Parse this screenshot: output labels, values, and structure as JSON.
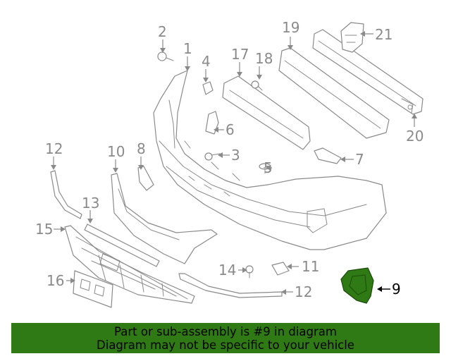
{
  "highlight_color": "#2f7a14",
  "highlighted_part": "9",
  "callouts": {
    "c1": "1",
    "c2": "2",
    "c3": "3",
    "c4": "4",
    "c5": "5",
    "c6": "6",
    "c7": "7",
    "c8": "8",
    "c9": "9",
    "c10": "10",
    "c11": "11",
    "c12a": "12",
    "c12b": "12",
    "c13": "13",
    "c14": "14",
    "c15": "15",
    "c16": "16",
    "c17": "17",
    "c18": "18",
    "c19": "19",
    "c20": "20",
    "c21": "21"
  },
  "banner": {
    "line1": "Part or sub-assembly is #9 in diagram",
    "line2": "Diagram may not be specific to your vehicle"
  }
}
